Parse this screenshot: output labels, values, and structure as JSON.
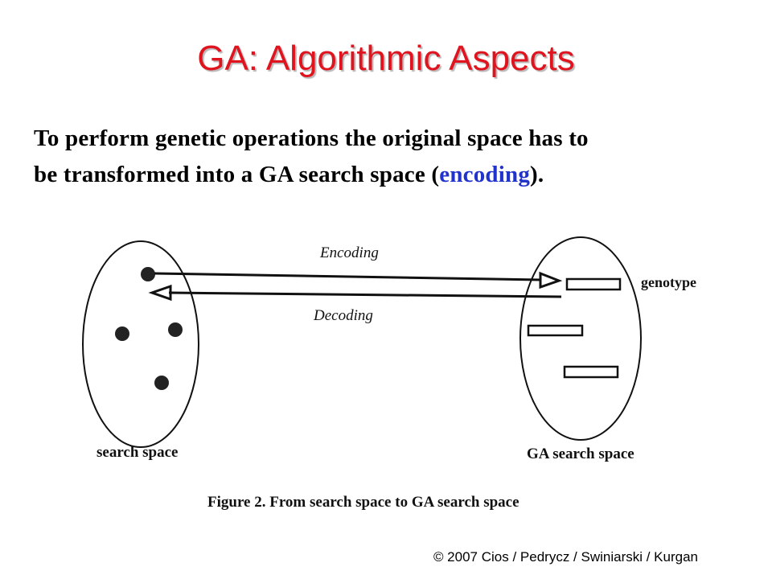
{
  "slide": {
    "title": "GA: Algorithmic Aspects",
    "body_line1": "To perform genetic operations the original space has to",
    "body_line2_before": "be transformed into a GA search space (",
    "body_highlight": "encoding",
    "body_line2_after": ").",
    "footer": "© 2007 Cios / Pedrycz / Swiniarski / Kurgan"
  },
  "figure": {
    "encoding_label": "Encoding",
    "decoding_label": "Decoding",
    "genotype_label": "genotype",
    "search_space_label": "search space",
    "ga_search_space_label": "GA search space",
    "caption": "Figure 2.  From search space to GA search space"
  },
  "colors": {
    "title": "#e0141e",
    "highlight": "#2233cc"
  }
}
